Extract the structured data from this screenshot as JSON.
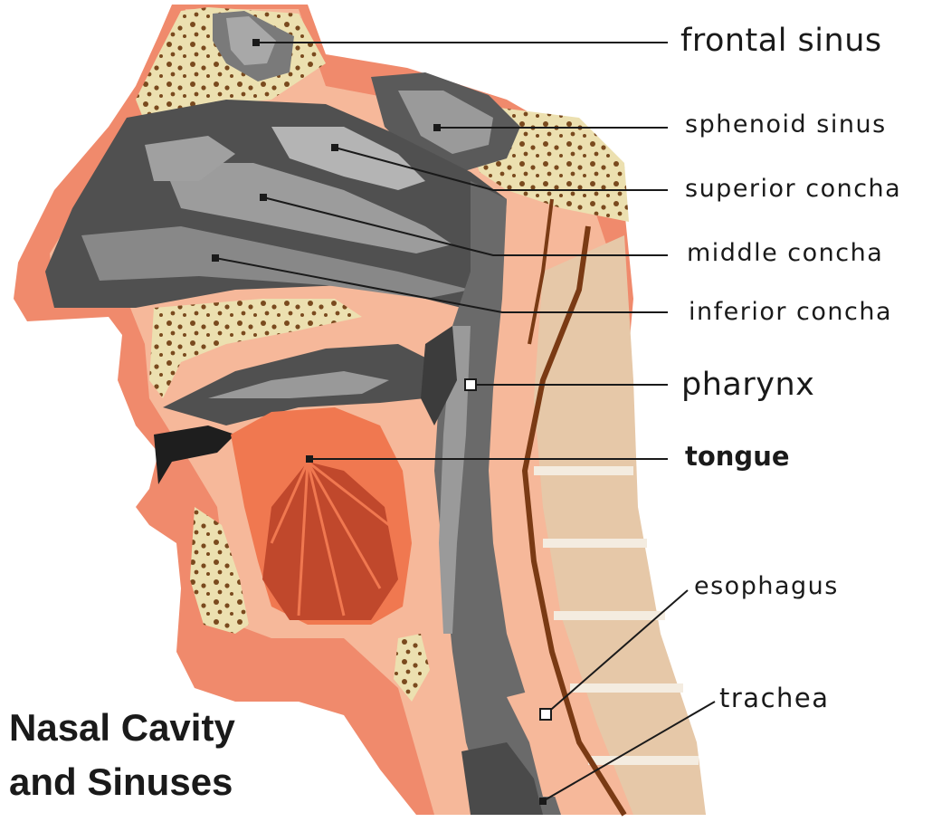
{
  "diagram": {
    "title_line1": "Nasal Cavity",
    "title_line2": "and Sinuses",
    "labels": {
      "frontal_sinus": "frontal sinus",
      "sphenoid_sinus": "sphenoid sinus",
      "superior_concha": "superior concha",
      "middle_concha": "middle concha",
      "inferior_concha": "inferior concha",
      "pharynx": "pharynx",
      "tongue": "tongue",
      "esophagus": "esophagus",
      "trachea": "trachea"
    },
    "colors": {
      "skin": "#f08a6c",
      "skin_light": "#f6b89a",
      "bone": "#ece0b0",
      "bone_spots": "#7a4a1e",
      "airway_dark": "#505050",
      "airway_mid": "#808080",
      "airway_light": "#b4b4b4",
      "tongue": "#f07850",
      "tongue_muscle": "#c0482c",
      "spine": "#e6c8a8",
      "leader_line": "#1a1a1a"
    }
  }
}
